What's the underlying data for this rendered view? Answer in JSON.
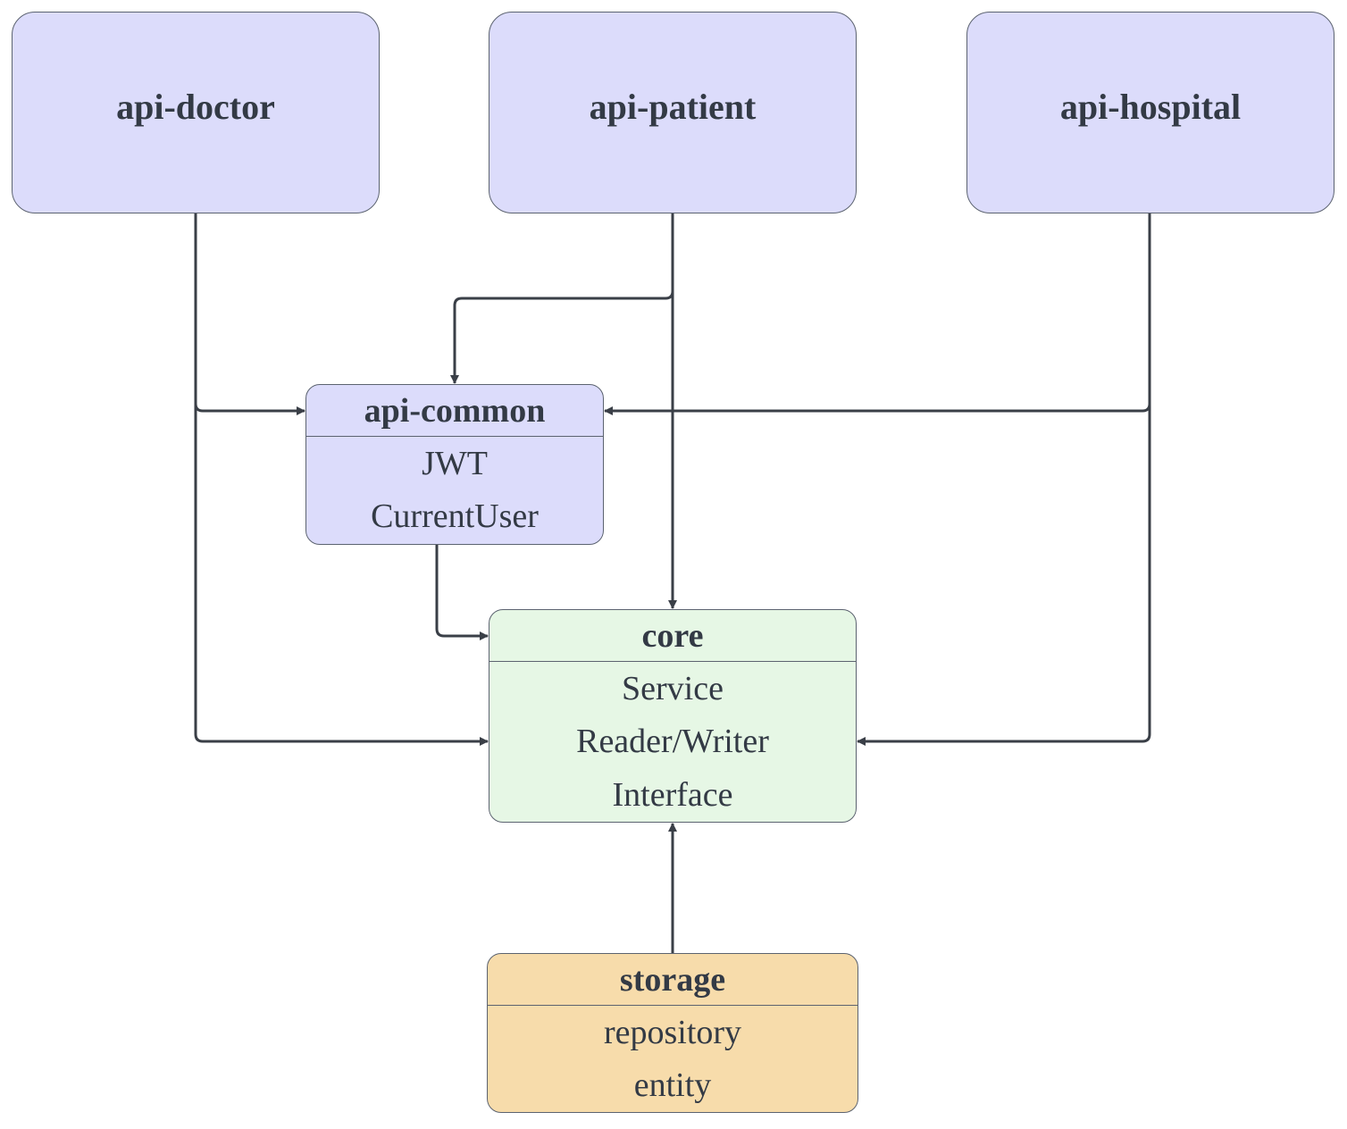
{
  "colors": {
    "api_fill": "#dcdcfb",
    "core_fill": "#e6f7e5",
    "storage_fill": "#f7dcab",
    "stroke": "#5c6370",
    "edge": "#3a3f47",
    "text": "#333a45"
  },
  "modules": {
    "api_doctor": {
      "title": "api-doctor"
    },
    "api_patient": {
      "title": "api-patient"
    },
    "api_hospital": {
      "title": "api-hospital"
    },
    "api_common": {
      "title": "api-common",
      "items": [
        "JWT",
        "CurrentUser"
      ]
    },
    "core": {
      "title": "core",
      "items": [
        "Service",
        "Reader/Writer",
        "Interface"
      ]
    },
    "storage": {
      "title": "storage",
      "items": [
        "repository",
        "entity"
      ]
    }
  },
  "edges": [
    {
      "from": "api-doctor",
      "to": "api-common"
    },
    {
      "from": "api-doctor",
      "to": "core"
    },
    {
      "from": "api-patient",
      "to": "api-common"
    },
    {
      "from": "api-patient",
      "to": "core"
    },
    {
      "from": "api-hospital",
      "to": "api-common"
    },
    {
      "from": "api-hospital",
      "to": "core"
    },
    {
      "from": "api-common",
      "to": "core"
    },
    {
      "from": "storage",
      "to": "core"
    }
  ]
}
